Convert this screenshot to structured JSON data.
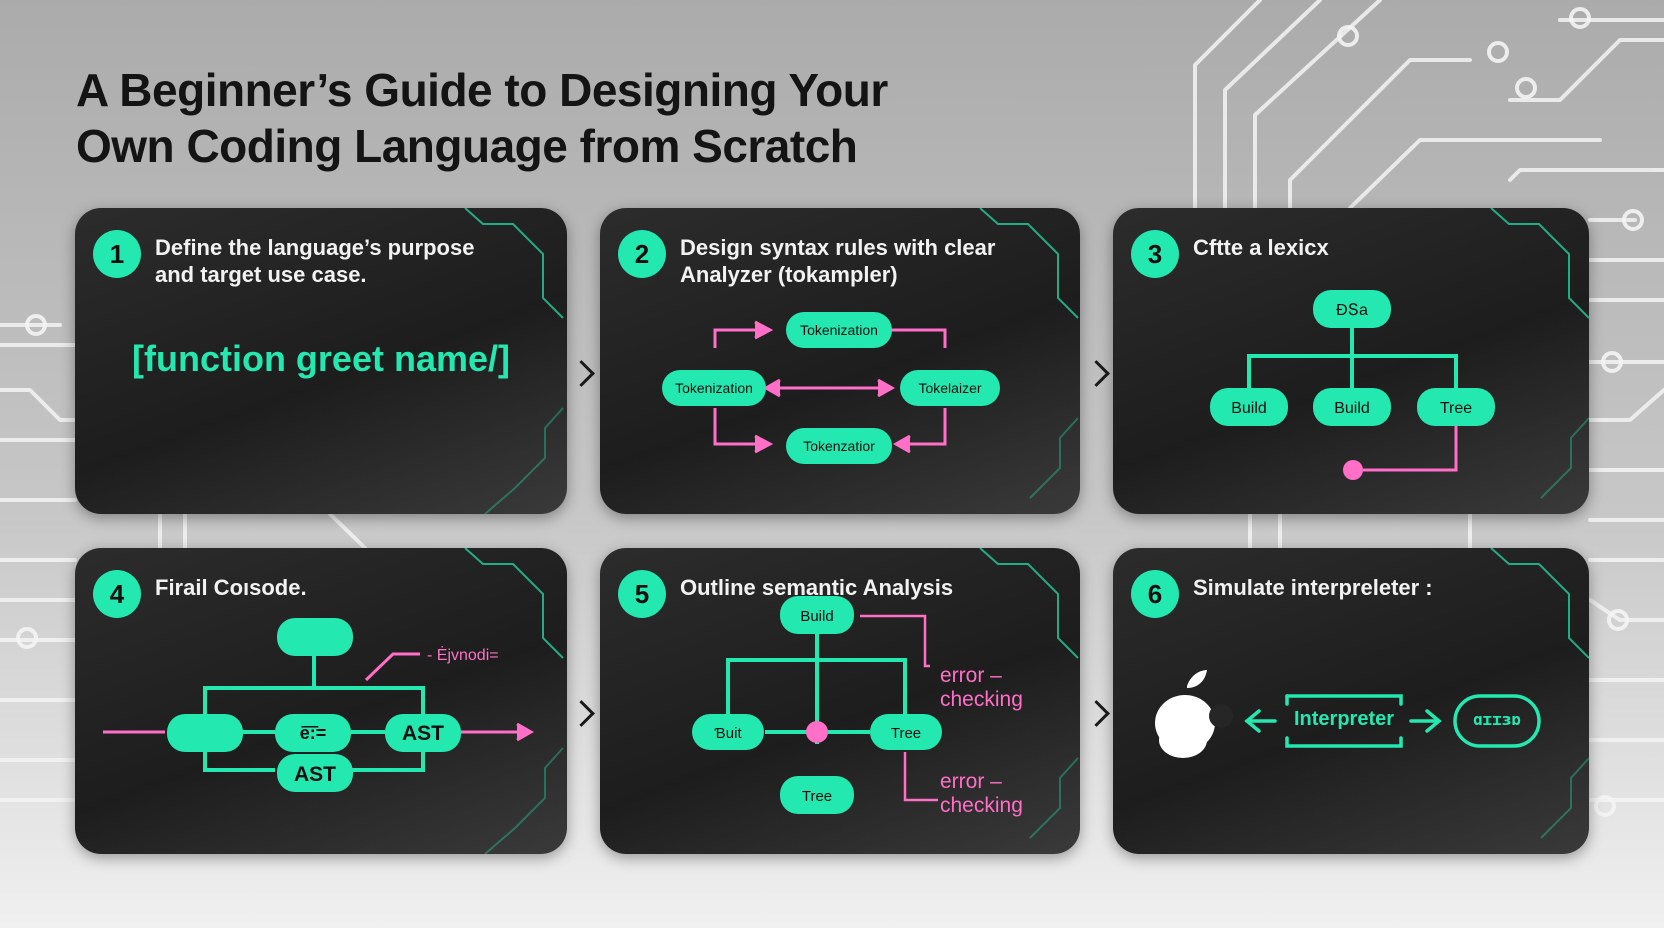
{
  "title": "A Beginner’s Guide to Designing Your Own Coding Language from Scratch",
  "colors": {
    "accent": "#23e8b0",
    "pink": "#ff6ec7",
    "card": "#222222"
  },
  "steps": [
    {
      "number": "1",
      "heading": "Define the language’s purpose and target use case.",
      "code": "[function greet name/]"
    },
    {
      "number": "2",
      "heading": "Design syntax rules with clear Analyzer (tokampler)",
      "nodes": [
        "Tokenization",
        "Tokenization",
        "Tokelaizer",
        "Tokenzatior"
      ]
    },
    {
      "number": "3",
      "heading": "Cftte a lexicx",
      "nodes": [
        "ĐՏa",
        "Build",
        "Build",
        "Tree"
      ]
    },
    {
      "number": "4",
      "heading": "Firail Coısode.",
      "nodes": [
        "",
        "",
        "e͞:=",
        "AST",
        "AST"
      ],
      "annotation": "- Ėjvnodi="
    },
    {
      "number": "5",
      "heading": "Outline semantic Analysis",
      "nodes": [
        "Build",
        "Ɓuit",
        "Tree",
        "Tree"
      ],
      "annotations": [
        "error –checking",
        "error –checking"
      ]
    },
    {
      "number": "6",
      "heading": "Simulate interpreleter :",
      "icon": "apple-icon",
      "interpreter": "Interpreter",
      "output": "ɑɪɪɜɒ"
    }
  ]
}
